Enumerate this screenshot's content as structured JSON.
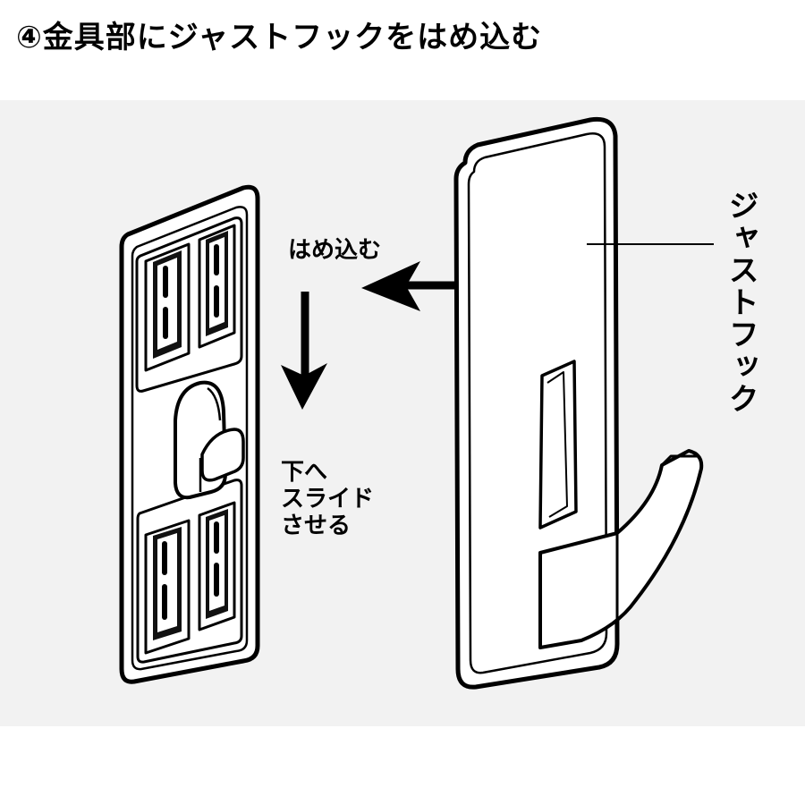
{
  "title": "④金具部にジャストフックをはめ込む",
  "labels": {
    "insert": "はめ込む",
    "slide_line1": "下へ",
    "slide_line2": "スライド",
    "slide_line3": "させる",
    "hook": "ジャストフック"
  },
  "icons": {
    "left_arrow": "arrow-left-icon",
    "down_arrow": "arrow-down-icon"
  },
  "colors": {
    "background": "#ffffff",
    "panel": "#f2f2f2",
    "ink": "#000000"
  }
}
